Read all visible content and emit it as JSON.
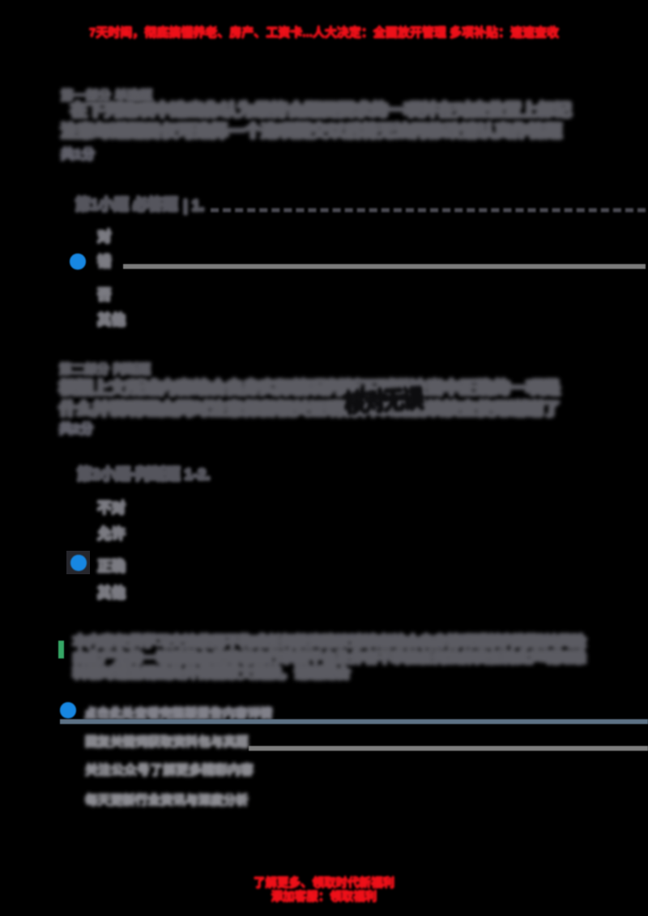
{
  "banner_top": {
    "text": "7天时间，彻底搞懂养老、房产、工资卡...人大决定：全面放开管理 多项补贴：速速查收"
  },
  "section1": {
    "label": "第一部分 单选题",
    "title_line1": "在下列选项中选出你认为最符合题目要求的一项并在对应位置上标记",
    "title_line2": "注意每道题目仅可选择一个选项提交以后将无法再修改请认真作答题",
    "points": "共1分",
    "question": {
      "label": "第1小题 必答题",
      "prefix": "| 1."
    },
    "options": [
      {
        "label": "对",
        "selected": false
      },
      {
        "label": "错",
        "selected": true
      },
      {
        "label": "否",
        "selected": false
      },
      {
        "label": "其他",
        "selected": false
      }
    ]
  },
  "section2": {
    "label": "第二部分 判断题",
    "title_line1": "根据上文所述内容结合自身实际情况判断下列说法当中正确的一项是",
    "title_line2": "什么并说明理由同时注意保留相关证明材料以备后续核查使用谢谢了",
    "points": "共2分",
    "question_label": "第2小题·判断题 1-2.",
    "annotation": "核对无误",
    "options": [
      {
        "label": "不对",
        "selected": false
      },
      {
        "label": "允许",
        "selected": false
      },
      {
        "label": "正确",
        "selected": true
      },
      {
        "label": "其他",
        "selected": false
      }
    ]
  },
  "quote": {
    "line1": "本内容仅供学习交流使用不构成任何投资建议请读者结合自身情况谨慎判断相关风险",
    "line2": "由此产生的一切后果由使用者自行承担平台及作者不承担任何法律责任特此声明知悉",
    "line3": "转载时请注明出处并保留原文链接，谢谢配合"
  },
  "notes": {
    "highlight": "点击此处查看完整版报告内容详情",
    "link1": "回复关键词获取资料包与真题",
    "link2": "关注公众号了解更多精彩内容",
    "link3": "每天更新行业资讯与深度分析"
  },
  "banner_bottom": {
    "line1": "了解更多、领取时代新福利",
    "line2": "添加客服：领取福利"
  },
  "colors": {
    "accent_red": "#ee1019",
    "accent_blue": "#1787e2",
    "accent_green": "#35a766",
    "slate_line": "#5d7286"
  }
}
